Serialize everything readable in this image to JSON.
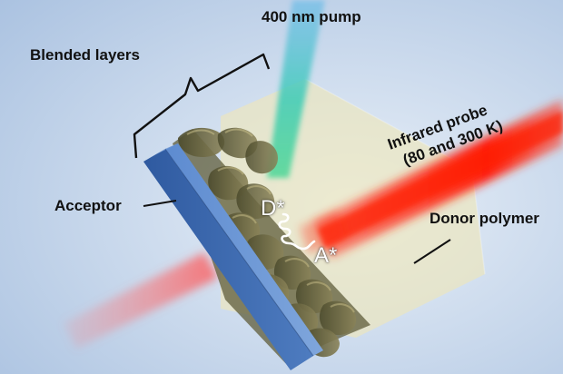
{
  "figure": {
    "pump_label": "400 nm pump",
    "blended_label": "Blended layers",
    "acceptor_label": "Acceptor",
    "donor_label": "Donor polymer",
    "probe_line1": "Infrared probe",
    "probe_line2": "(80 and 300 K)",
    "donor_excited": "D*",
    "acceptor_excited": "A*"
  },
  "colors": {
    "background": "#b8cde6",
    "acceptor": "#3f6fb5",
    "donor_polymer": "#efe7b8",
    "blend": "#6e6a44",
    "pump": "#3bc9b4",
    "probe": "#ff2a12"
  }
}
